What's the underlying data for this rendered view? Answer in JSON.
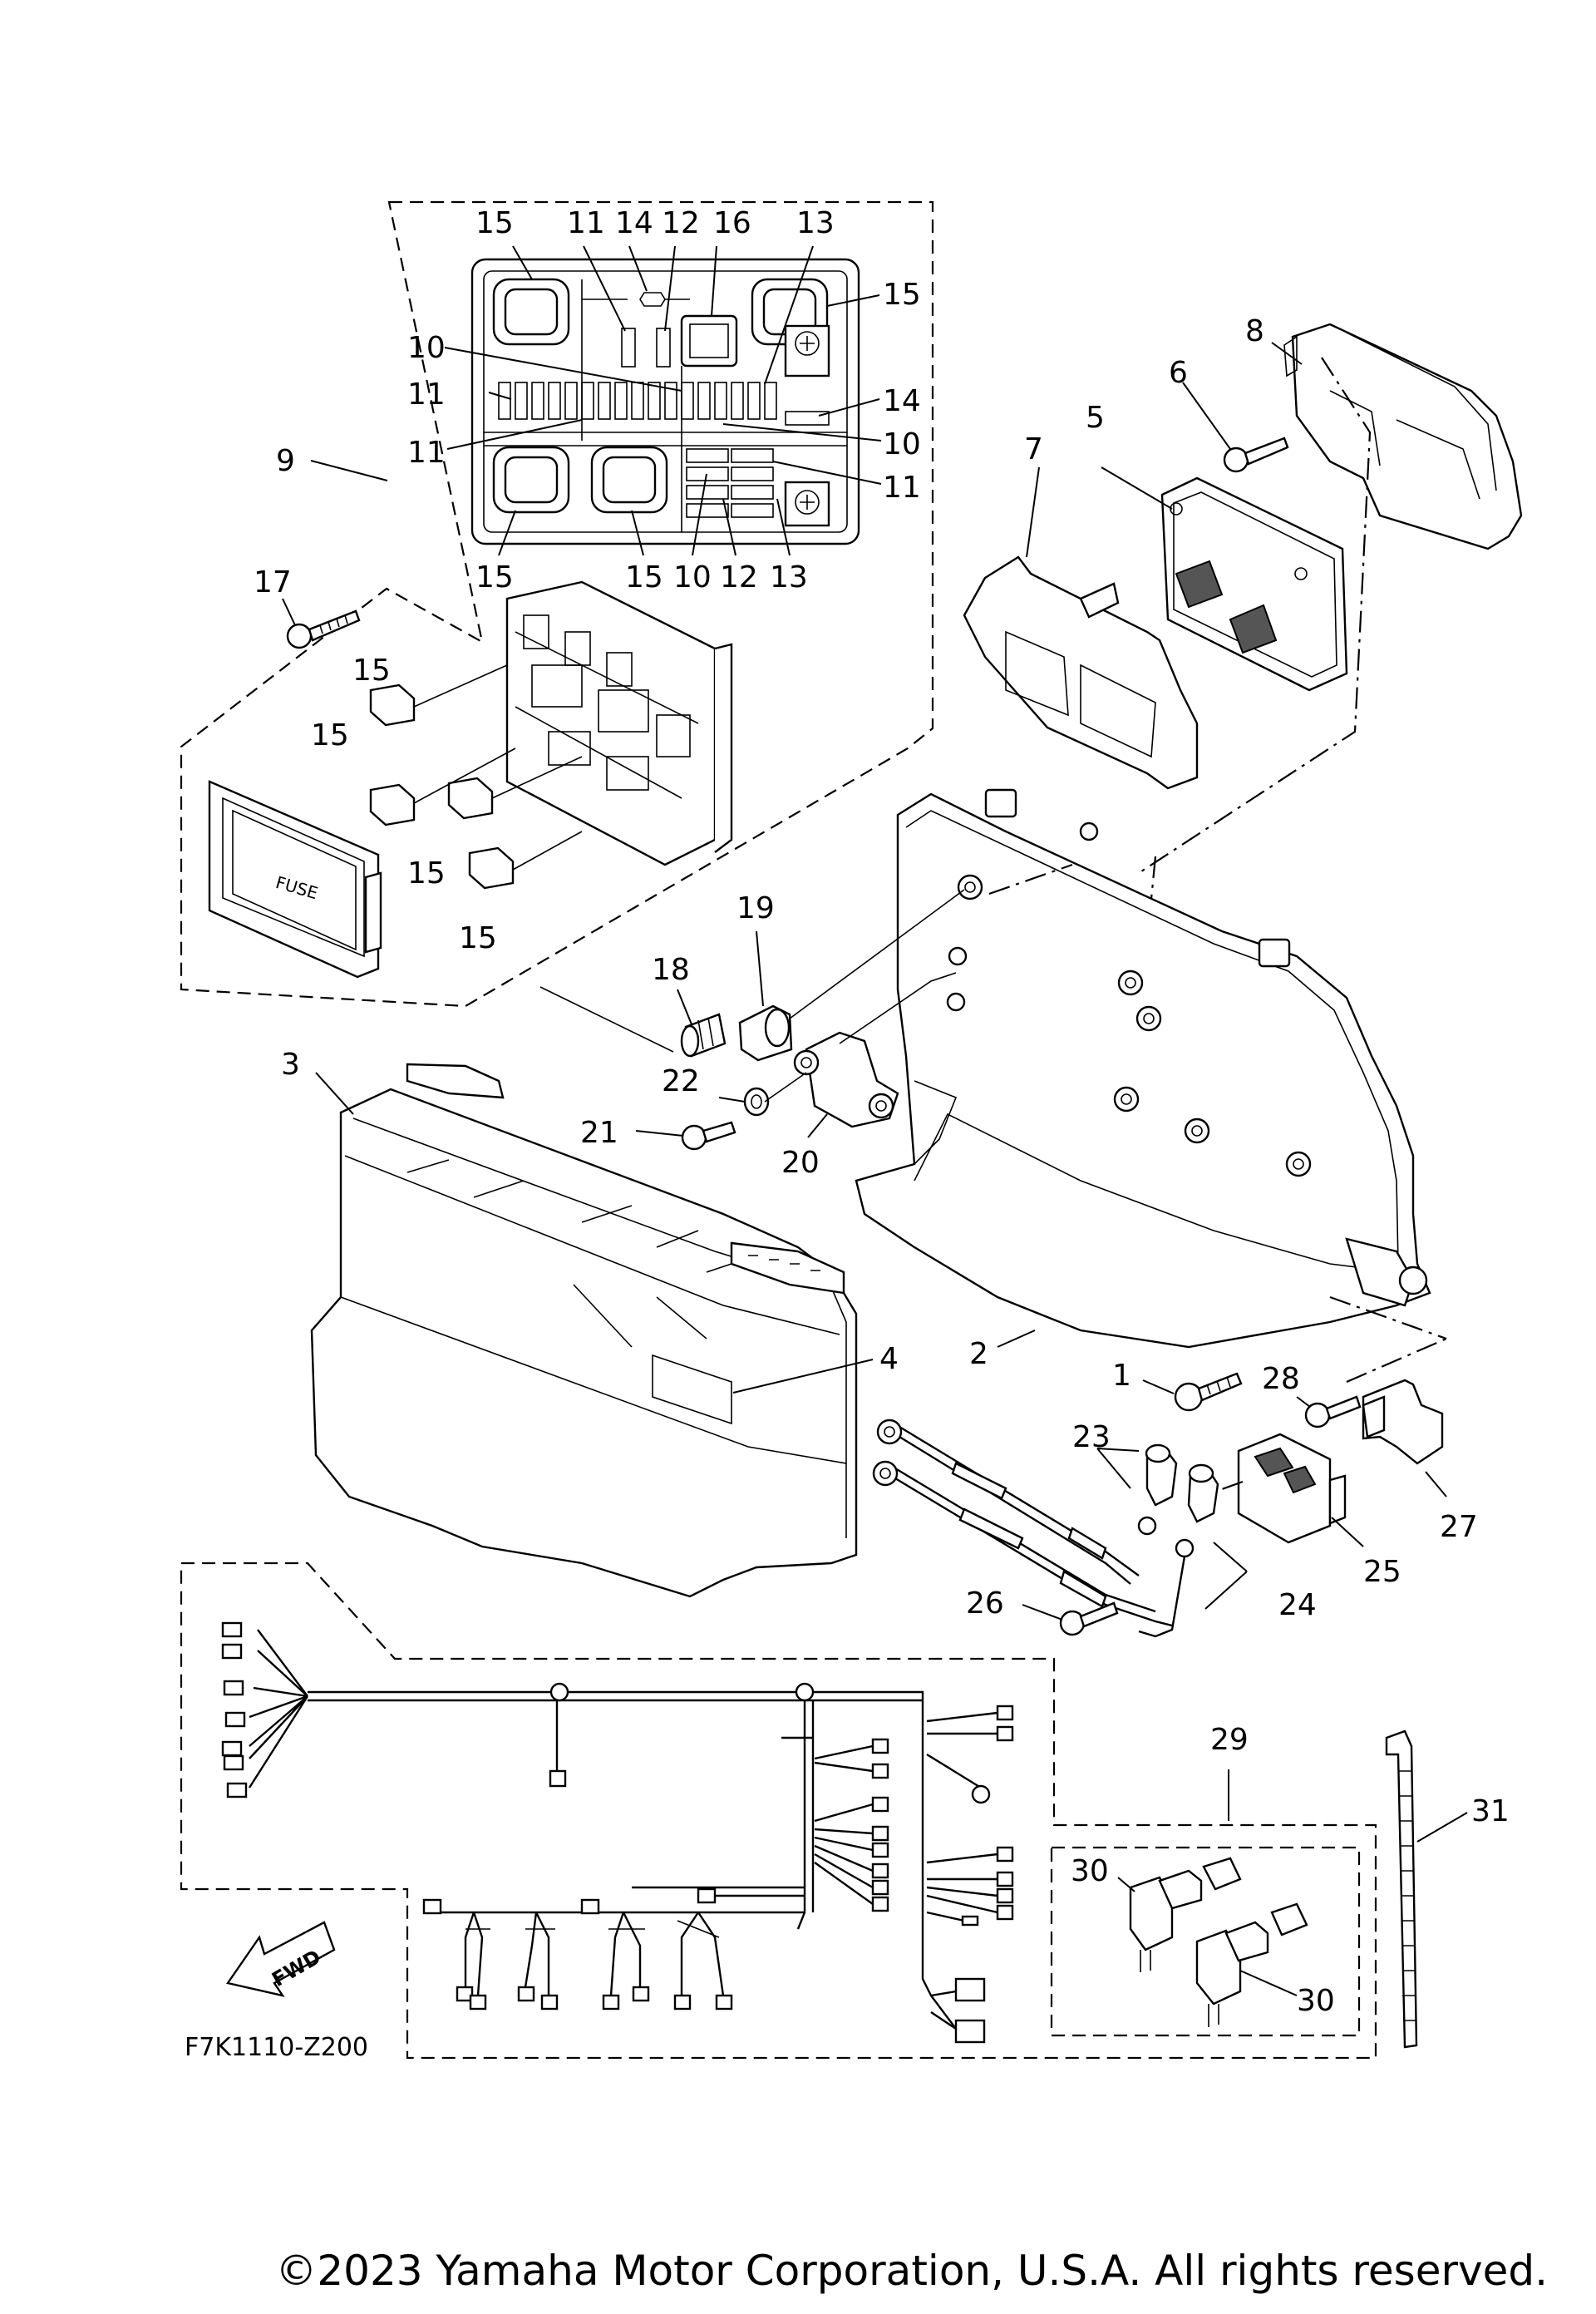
{
  "diagram_code": "F7K1110-Z200",
  "copyright": "©2023 Yamaha Motor Corporation, U.S.A. All rights reserved.",
  "fuse_label": "FUSE",
  "fwd_label": "FWD",
  "callouts": {
    "c1": "1",
    "c2": "2",
    "c3": "3",
    "c4": "4",
    "c5": "5",
    "c6": "6",
    "c7": "7",
    "c8": "8",
    "c9": "9",
    "c10a": "10",
    "c10b": "10",
    "c10c": "10",
    "c11a": "11",
    "c11b": "11",
    "c11c": "11",
    "c11d": "11",
    "c12a": "12",
    "c12b": "12",
    "c13a": "13",
    "c13b": "13",
    "c14a": "14",
    "c14b": "14",
    "c15a": "15",
    "c15b": "15",
    "c15c": "15",
    "c15d": "15",
    "c15e": "15",
    "c15f": "15",
    "c15g": "15",
    "c15h": "15",
    "c16": "16",
    "c17": "17",
    "c18": "18",
    "c19": "19",
    "c20": "20",
    "c21": "21",
    "c22": "22",
    "c23": "23",
    "c24": "24",
    "c25": "25",
    "c26": "26",
    "c27": "27",
    "c28": "28",
    "c29": "29",
    "c30a": "30",
    "c30b": "30",
    "c31": "31"
  }
}
